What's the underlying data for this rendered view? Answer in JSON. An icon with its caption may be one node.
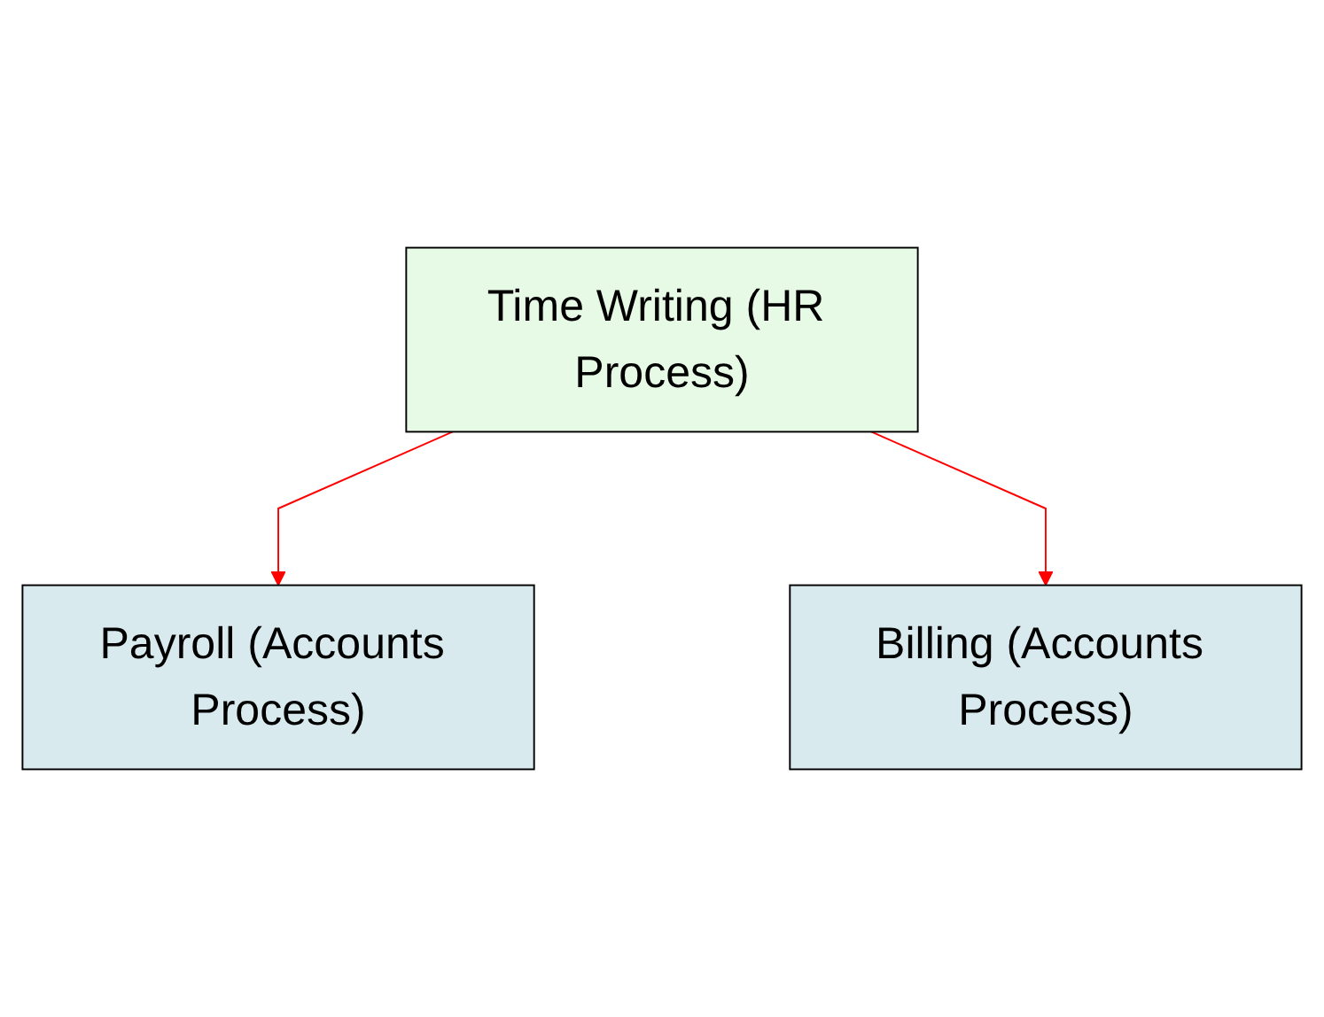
{
  "diagram": {
    "nodes": [
      {
        "text": [
          "Time Writing (HR Process)"
        ]
      },
      {
        "text": [
          "Payroll (Accounts Process)"
        ]
      },
      {
        "text": [
          "Billing (Accounts Process)"
        ]
      }
    ],
    "edges": [
      {
        "from": 0,
        "to": 1,
        "arrow": "to",
        "color": "#ff0000"
      },
      {
        "from": 0,
        "to": 2,
        "arrow": "to",
        "color": "#ff0000"
      }
    ]
  }
}
